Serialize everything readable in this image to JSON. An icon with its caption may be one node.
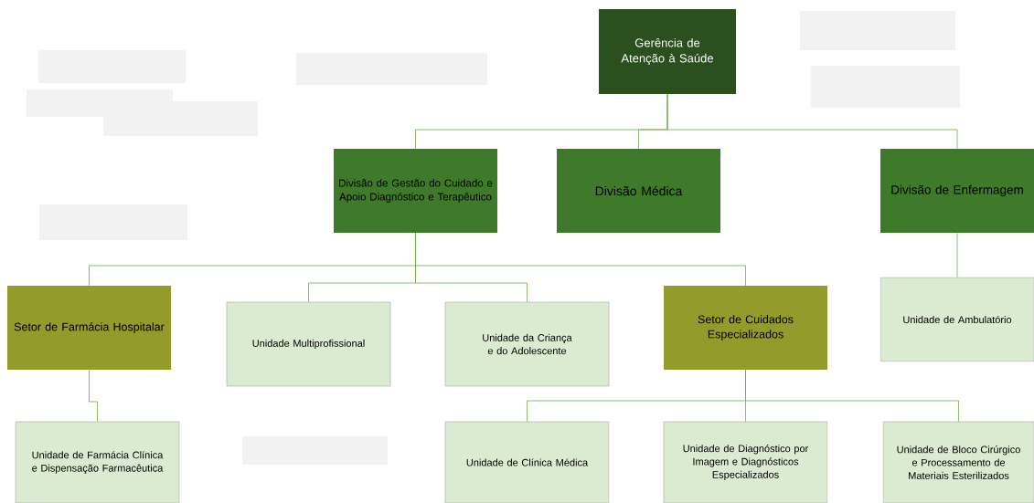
{
  "diagram": {
    "nodes": [
      {
        "text": [
          "Gerência de Atenção à Saúde"
        ]
      },
      {
        "text": [
          "Divisão de Gestão do Cuidado e Apoio Diagnóstico e Terapêutico"
        ]
      },
      {
        "text": [
          "Divisão Médica"
        ]
      },
      {
        "text": [
          "Divisão de Enfermagem"
        ]
      },
      {
        "text": [
          "Setor de Farmácia Hospitalar"
        ]
      },
      {
        "text": [
          "Unidade Multiprofissional"
        ]
      },
      {
        "text": [
          "Unidade da Criança e do Adolescente"
        ]
      },
      {
        "text": [
          "Setor de Cuidados Especializados"
        ]
      },
      {
        "text": [
          "Unidade de Ambulatório"
        ]
      },
      {
        "text": [
          "Unidade de Farmácia Clínica e Dispensação Farmacêutica"
        ]
      },
      {
        "text": [
          "Unidade de Clínica Médica"
        ]
      },
      {
        "text": [
          "Unidade de Diagnóstico por Imagem e Diagnósticos Especializados"
        ]
      },
      {
        "text": [
          "Unidade de Bloco Cirúrgico e Processamento de Materiais Esterilizados"
        ]
      }
    ],
    "edges": [
      {
        "from": 0,
        "to": 1,
        "arrow": "none"
      },
      {
        "from": 0,
        "to": 2,
        "arrow": "none"
      },
      {
        "from": 0,
        "to": 3,
        "arrow": "none"
      },
      {
        "from": 1,
        "to": 4,
        "arrow": "none"
      },
      {
        "from": 1,
        "to": 5,
        "arrow": "none"
      },
      {
        "from": 1,
        "to": 6,
        "arrow": "none"
      },
      {
        "from": 1,
        "to": 7,
        "arrow": "none"
      },
      {
        "from": 3,
        "to": 8,
        "arrow": "none"
      },
      {
        "from": 4,
        "to": 9,
        "arrow": "none"
      },
      {
        "from": 7,
        "to": 10,
        "arrow": "none"
      },
      {
        "from": 7,
        "to": 11,
        "arrow": "none"
      },
      {
        "from": 7,
        "to": 12,
        "arrow": "none"
      }
    ]
  }
}
